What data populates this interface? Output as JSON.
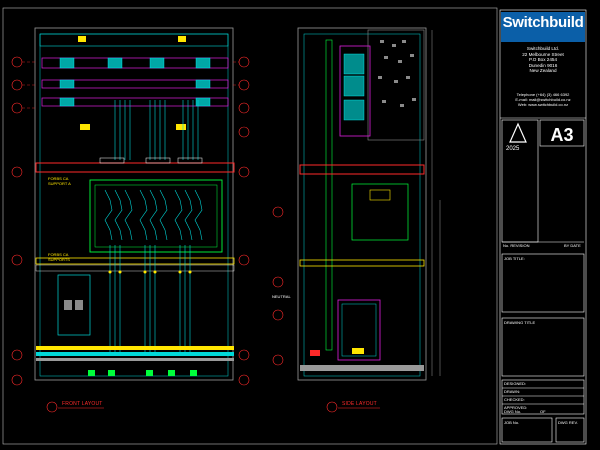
{
  "title_block": {
    "brand": "Switchbuild",
    "company_lines": [
      "Switchbuild Ltd.",
      "22 Melbourne Street",
      "P.O Box 2454",
      "Dunedin 9016",
      "New Zealand"
    ],
    "contact_lines": [
      "Telephone (+64) (3) 466 6392",
      "E-mail: mail@switchbuild.co.nz",
      "Web: www.switchbuild.co.nz"
    ],
    "sheet_size": "A3",
    "year": "2025",
    "job_title_label": "JOB TITLE:",
    "drawing_title_label": "DRAWING TITLE",
    "record_rows": [
      "DESIGNED:",
      "DRAWN:",
      "CHECKED:",
      "APPROVED:"
    ],
    "dwg_no_label": "DWG No.",
    "of_label": "OF",
    "job_no_label": "JOB No.",
    "dwg_rev_label": "DWG REV.",
    "panel_revision_label": "No. REVISION",
    "panel_by_label": "BY DATE"
  },
  "drawing": {
    "front_view_label": "FRONT LAYOUT",
    "side_view_label": "SIDE LAYOUT",
    "note_1": "FORBS CA SUPPORT A",
    "note_2": "FORBS CA SUPPORTS",
    "note_neutral": "NEUTRAL"
  },
  "colors": {
    "cyan": "#00d8d8",
    "green": "#00ff3c",
    "red": "#ff2a2a",
    "magenta": "#e020e0",
    "yellow": "#ffe600",
    "grey": "#8a8a8a",
    "brand_blue": "#0b5fa8"
  }
}
